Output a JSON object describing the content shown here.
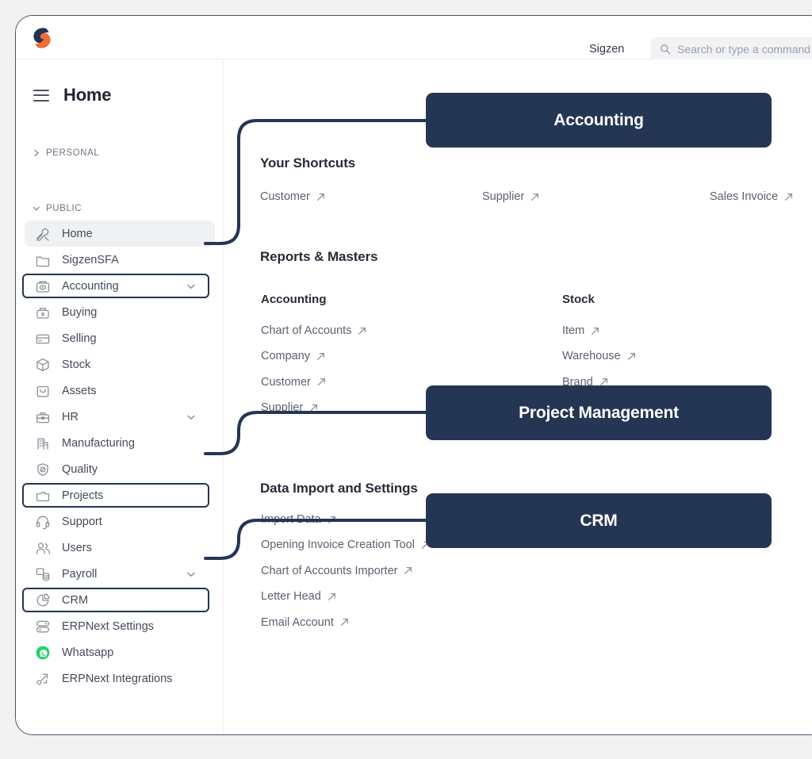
{
  "window": {
    "frame_color": "#48536b",
    "page_bg": "#f2f2f3"
  },
  "topbar": {
    "logo_icon": "sigzen-s-logo",
    "logo_navy": "#243352",
    "logo_orange": "#ef6c33",
    "org_name": "Sigzen",
    "search": {
      "icon": "search-icon",
      "placeholder": "Search or type a command",
      "value": ""
    }
  },
  "sidebar": {
    "menu_icon": "hamburger-icon",
    "page_title": "Home",
    "sections": [
      {
        "label": "PERSONAL",
        "expanded": false,
        "chevron": "chevron-right-icon"
      },
      {
        "label": "PUBLIC",
        "expanded": true,
        "chevron": "chevron-down-icon"
      }
    ],
    "items": [
      {
        "label": "Home",
        "icon": "tools-icon",
        "active": true,
        "chevron": null,
        "highlighted": false
      },
      {
        "label": "SigzenSFA",
        "icon": "folder-icon",
        "active": false,
        "chevron": null,
        "highlighted": false
      },
      {
        "label": "Accounting",
        "icon": "eye-box-icon",
        "active": false,
        "chevron": "chevron-down-icon",
        "highlighted": true
      },
      {
        "label": "Buying",
        "icon": "basket-icon",
        "active": false,
        "chevron": null,
        "highlighted": false
      },
      {
        "label": "Selling",
        "icon": "card-icon",
        "active": false,
        "chevron": null,
        "highlighted": false
      },
      {
        "label": "Stock",
        "icon": "box-icon",
        "active": false,
        "chevron": null,
        "highlighted": false
      },
      {
        "label": "Assets",
        "icon": "bag-icon",
        "active": false,
        "chevron": null,
        "highlighted": false
      },
      {
        "label": "HR",
        "icon": "briefcase-icon",
        "active": false,
        "chevron": "chevron-down-icon",
        "highlighted": false
      },
      {
        "label": "Manufacturing",
        "icon": "factory-icon",
        "active": false,
        "chevron": null,
        "highlighted": false
      },
      {
        "label": "Quality",
        "icon": "shield-check-icon",
        "active": false,
        "chevron": null,
        "highlighted": false
      },
      {
        "label": "Projects",
        "icon": "folder-open-icon",
        "active": false,
        "chevron": null,
        "highlighted": true
      },
      {
        "label": "Support",
        "icon": "headset-icon",
        "active": false,
        "chevron": null,
        "highlighted": false
      },
      {
        "label": "Users",
        "icon": "users-icon",
        "active": false,
        "chevron": null,
        "highlighted": false
      },
      {
        "label": "Payroll",
        "icon": "database-icon",
        "active": false,
        "chevron": "chevron-down-icon",
        "highlighted": false
      },
      {
        "label": "CRM",
        "icon": "pie-chart-icon",
        "active": false,
        "chevron": null,
        "highlighted": true
      },
      {
        "label": "ERPNext Settings",
        "icon": "toggles-icon",
        "active": false,
        "chevron": null,
        "highlighted": false
      },
      {
        "label": "Whatsapp",
        "icon": "whatsapp-icon",
        "active": false,
        "chevron": null,
        "highlighted": false
      },
      {
        "label": "ERPNext Integrations",
        "icon": "integrations-icon",
        "active": false,
        "chevron": null,
        "highlighted": false
      }
    ]
  },
  "main": {
    "shortcuts": {
      "title": "Your Shortcuts",
      "links": [
        {
          "label": "Customer",
          "icon": "external-link-icon"
        },
        {
          "label": "Supplier",
          "icon": "external-link-icon"
        },
        {
          "label": "Sales Invoice",
          "icon": "external-link-icon"
        }
      ]
    },
    "reports": {
      "title": "Reports & Masters",
      "columns": [
        {
          "title": "Accounting",
          "links": [
            {
              "label": "Chart of Accounts",
              "icon": "external-link-icon"
            },
            {
              "label": "Company",
              "icon": "external-link-icon"
            },
            {
              "label": "Customer",
              "icon": "external-link-icon"
            },
            {
              "label": "Supplier",
              "icon": "external-link-icon"
            }
          ]
        },
        {
          "title": "Stock",
          "links": [
            {
              "label": "Item",
              "icon": "external-link-icon"
            },
            {
              "label": "Warehouse",
              "icon": "external-link-icon"
            },
            {
              "label": "Brand",
              "icon": "external-link-icon"
            }
          ]
        }
      ]
    },
    "data_import": {
      "title": "Data Import and Settings",
      "links": [
        {
          "label": "Import Data",
          "icon": "external-link-icon"
        },
        {
          "label": "Opening Invoice Creation Tool",
          "icon": "external-link-icon"
        },
        {
          "label": "Chart of Accounts Importer",
          "icon": "external-link-icon"
        },
        {
          "label": "Letter Head",
          "icon": "external-link-icon"
        },
        {
          "label": "Email Account",
          "icon": "external-link-icon"
        }
      ]
    }
  },
  "callouts": [
    {
      "label": "Accounting",
      "source_item": "Accounting",
      "color": "#253654"
    },
    {
      "label": "Project Management",
      "source_item": "Projects",
      "color": "#253654"
    },
    {
      "label": "CRM",
      "source_item": "CRM",
      "color": "#253654"
    }
  ]
}
